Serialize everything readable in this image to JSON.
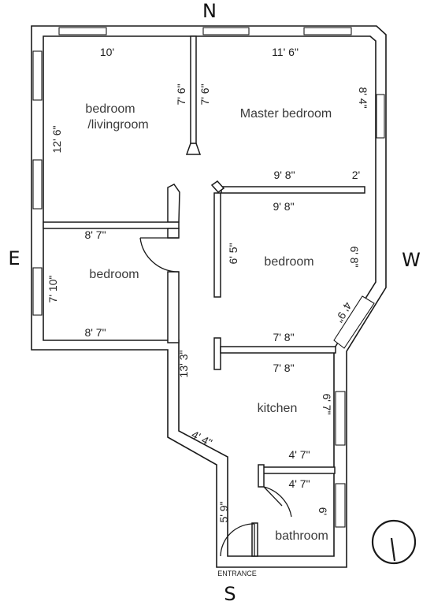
{
  "compass": {
    "north": "N",
    "south": "S",
    "east": "E",
    "west": "W"
  },
  "rooms": {
    "living": {
      "line1": "bedroom",
      "line2": "/livingroom"
    },
    "master": "Master bedroom",
    "bedroom_left": "bedroom",
    "bedroom_right": "bedroom",
    "kitchen": "kitchen",
    "bathroom": "bathroom"
  },
  "dimensions": {
    "living_width": "10'",
    "living_height": "12' 6\"",
    "closet_a": "7' 6\"",
    "closet_b": "7' 6\"",
    "master_width": "11' 6\"",
    "master_height": "8' 4\"",
    "master_bottom": "9' 8\"",
    "master_step": "2'",
    "bedroom_right_top": "9' 8\"",
    "bedroom_right_left": "6' 5\"",
    "bedroom_right_right": "6' 8\"",
    "bay": "4' 9\"",
    "bedroom_left_top": "8' 7\"",
    "bedroom_left_bottom": "8' 7\"",
    "bedroom_left_height": "7' 10\"",
    "hall_length": "13' 3\"",
    "hall_diag": "4' 4\"",
    "kitchen_top": "7' 8\"",
    "kitchen_bottom": "7' 8\"",
    "kitchen_height": "6' 7\"",
    "bath_top": "4' 7\"",
    "bath_bottom": "4' 7\"",
    "bath_height": "6'",
    "entry": "5' 9\""
  },
  "entrance_label": "ENTRANCE",
  "icons": {
    "brand": "circle-logo-icon"
  }
}
